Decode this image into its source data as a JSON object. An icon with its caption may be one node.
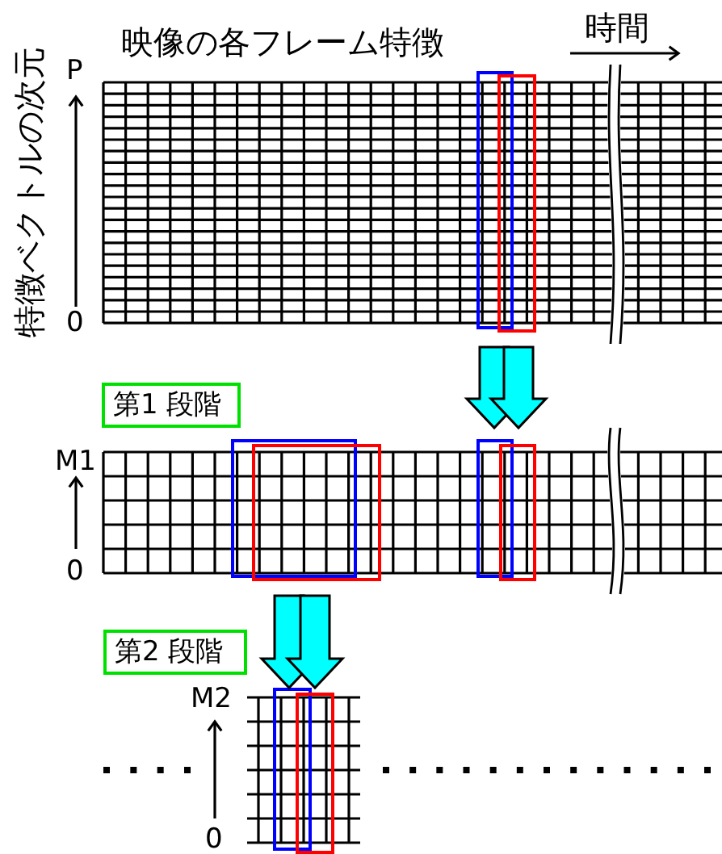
{
  "diagram": {
    "nodes": [
      {
        "text": [],
        "shape": "grid"
      },
      {
        "text": [
          "第1 段階"
        ]
      },
      {
        "text": [],
        "shape": "grid"
      },
      {
        "text": [
          "第2 段階"
        ]
      },
      {
        "text": [],
        "shape": "grid"
      }
    ],
    "edges": [
      {
        "from": 0,
        "to": 2,
        "arrow": "to"
      },
      {
        "from": 0,
        "to": 2,
        "arrow": "to"
      },
      {
        "from": 2,
        "to": 4,
        "arrow": "to"
      },
      {
        "from": 2,
        "to": 4,
        "arrow": "to"
      }
    ],
    "labels": [
      "映像の各フレーム特徴",
      "時間",
      "特徴ベクトルの次元",
      "P",
      "0",
      "M1",
      "0",
      "M2",
      "0"
    ]
  }
}
